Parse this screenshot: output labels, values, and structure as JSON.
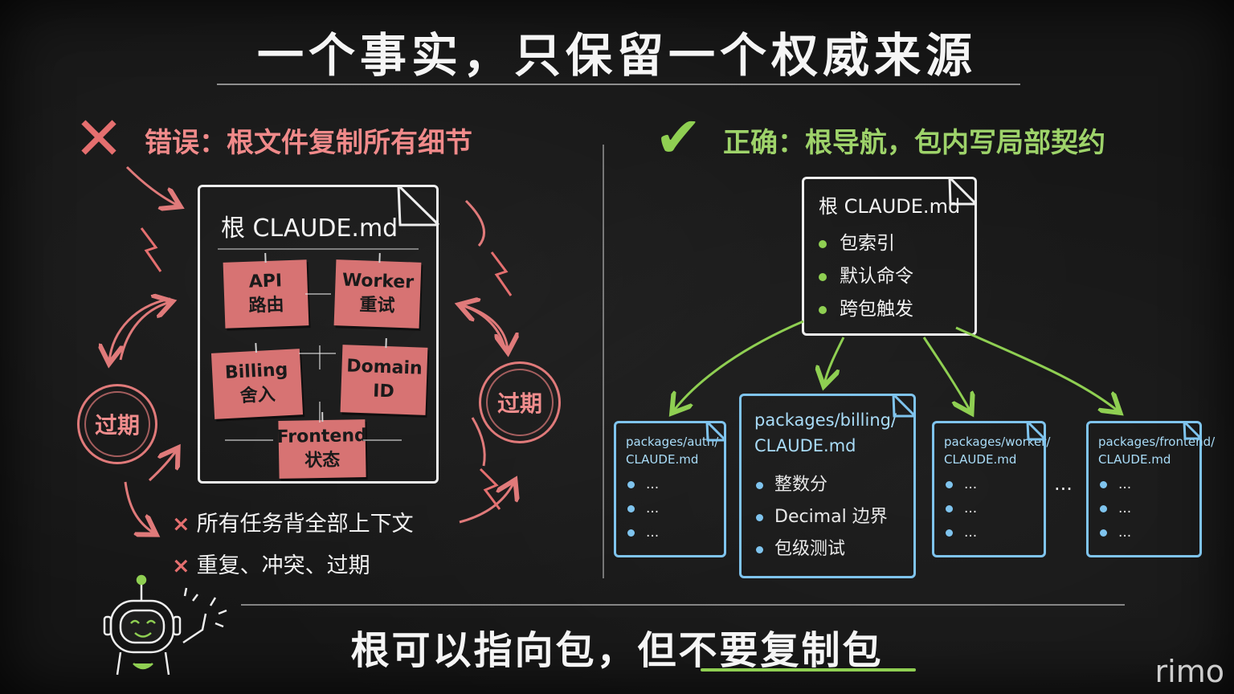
{
  "title": "一个事实，只保留一个权威来源",
  "wrong": {
    "heading": "错误：根文件复制所有细节",
    "doc_title": "根 CLAUDE.md",
    "notes": [
      {
        "line1": "API",
        "line2": "路由"
      },
      {
        "line1": "Worker",
        "line2": "重试"
      },
      {
        "line1": "Billing",
        "line2": "舍入"
      },
      {
        "line1": "Domain",
        "line2": "ID"
      },
      {
        "line1": "Frontend",
        "line2": "状态"
      }
    ],
    "stale_left": "过期",
    "stale_right": "过期",
    "bullets": [
      "所有任务背全部上下文",
      "重复、冲突、过期"
    ],
    "bullet_mark": "×"
  },
  "right": {
    "heading": "正确：根导航，包内写局部契约",
    "root_doc": {
      "title": "根 CLAUDE.md",
      "items": [
        "包索引",
        "默认命令",
        "跨包触发"
      ]
    },
    "packages": [
      {
        "path_line1": "packages/auth/",
        "path_line2": "CLAUDE.md",
        "items": [
          "...",
          "...",
          "..."
        ]
      },
      {
        "path_line1": "packages/billing/",
        "path_line2": "CLAUDE.md",
        "items": [
          "整数分",
          "Decimal 边界",
          "包级测试"
        ]
      },
      {
        "path_line1": "packages/worker/",
        "path_line2": "CLAUDE.md",
        "items": [
          "...",
          "...",
          "..."
        ]
      },
      {
        "path_line1": "packages/frontend/",
        "path_line2": "CLAUDE.md",
        "items": [
          "...",
          "...",
          "..."
        ]
      }
    ],
    "ellipsis": "..."
  },
  "footer": {
    "before": "根可以指向包，但",
    "highlight": "不要复制包"
  },
  "watermark": "rimo",
  "colors": {
    "board": "#161616",
    "wrong": "#e56f6f",
    "note": "#d77373",
    "right": "#8fcf52",
    "package": "#7fc4ee",
    "chalk": "#f2f2f2"
  }
}
